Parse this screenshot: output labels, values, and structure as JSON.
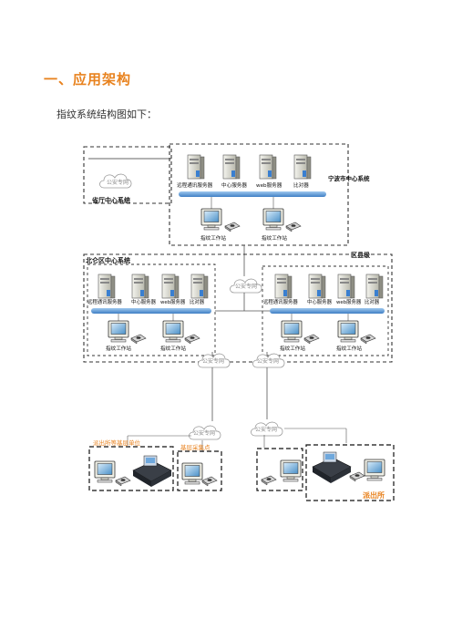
{
  "heading": "一、应用架构",
  "intro": "指纹系统结构图如下：",
  "diagram": {
    "city_center": "宁波市中心系统",
    "province_center": "省厅中心系统",
    "county_level": "区县级",
    "district_center": "北仑区中心系统",
    "police_station": "派出所",
    "grassroots_unit": "派出所等基层单位",
    "grassroots_point": "基层采集点",
    "network": "公安专网",
    "servers": [
      "远程通讯服务器",
      "中心服务器",
      "web服务器",
      "比对器"
    ],
    "workstation": "指纹工作站"
  },
  "colors": {
    "heading": "#e8821e",
    "bus": "#5b9bd5",
    "dashed_border": "#333333"
  }
}
